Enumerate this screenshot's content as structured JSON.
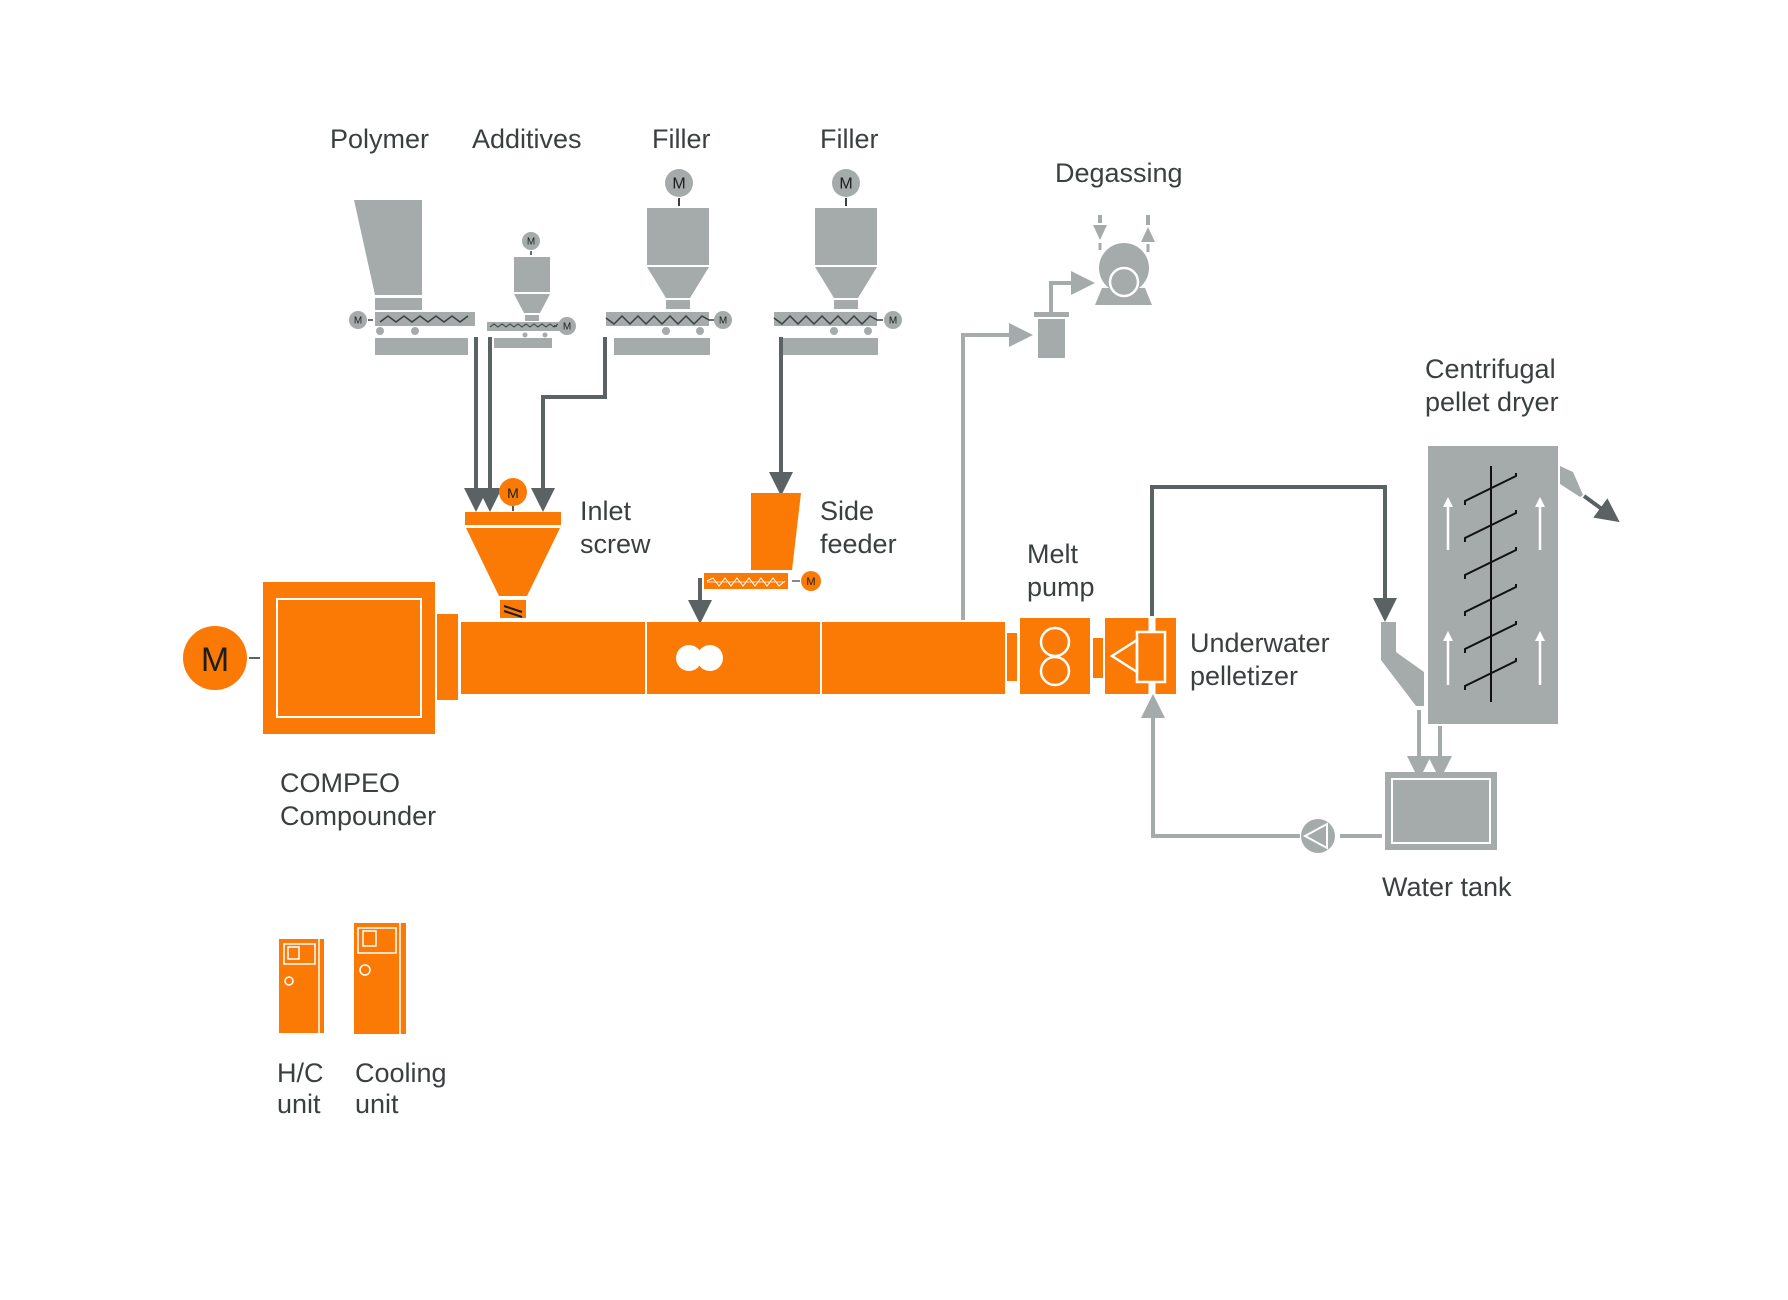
{
  "diagram": {
    "title": "Compounding line with underwater pelletizer",
    "colors": {
      "machine_primary": "#fb7a05",
      "peripheral": "#a5aaaa",
      "flow_dark": "#5b6263",
      "flow_light": "#a5aaaa",
      "text": "#3a3f40"
    },
    "motor_label": "M",
    "feeders": [
      {
        "id": "polymer",
        "label": "Polymer"
      },
      {
        "id": "additives",
        "label": "Additives"
      },
      {
        "id": "filler1",
        "label": "Filler"
      },
      {
        "id": "filler2",
        "label": "Filler"
      }
    ],
    "components": {
      "degassing": {
        "label": "Degassing"
      },
      "inlet_screw": {
        "line1": "Inlet",
        "line2": "screw"
      },
      "side_feeder": {
        "line1": "Side",
        "line2": "feeder"
      },
      "melt_pump": {
        "line1": "Melt",
        "line2": "pump"
      },
      "underwater_pelletizer": {
        "line1": "Underwater",
        "line2": "pelletizer"
      },
      "centrifugal_dryer": {
        "line1": "Centrifugal",
        "line2": "pellet dryer"
      },
      "water_tank": {
        "label": "Water tank"
      },
      "compounder": {
        "line1": "COMPEO",
        "line2": "Compounder"
      },
      "hc_unit": {
        "line1": "H/C",
        "line2": "unit"
      },
      "cooling_unit": {
        "line1": "Cooling",
        "line2": "unit"
      }
    }
  }
}
